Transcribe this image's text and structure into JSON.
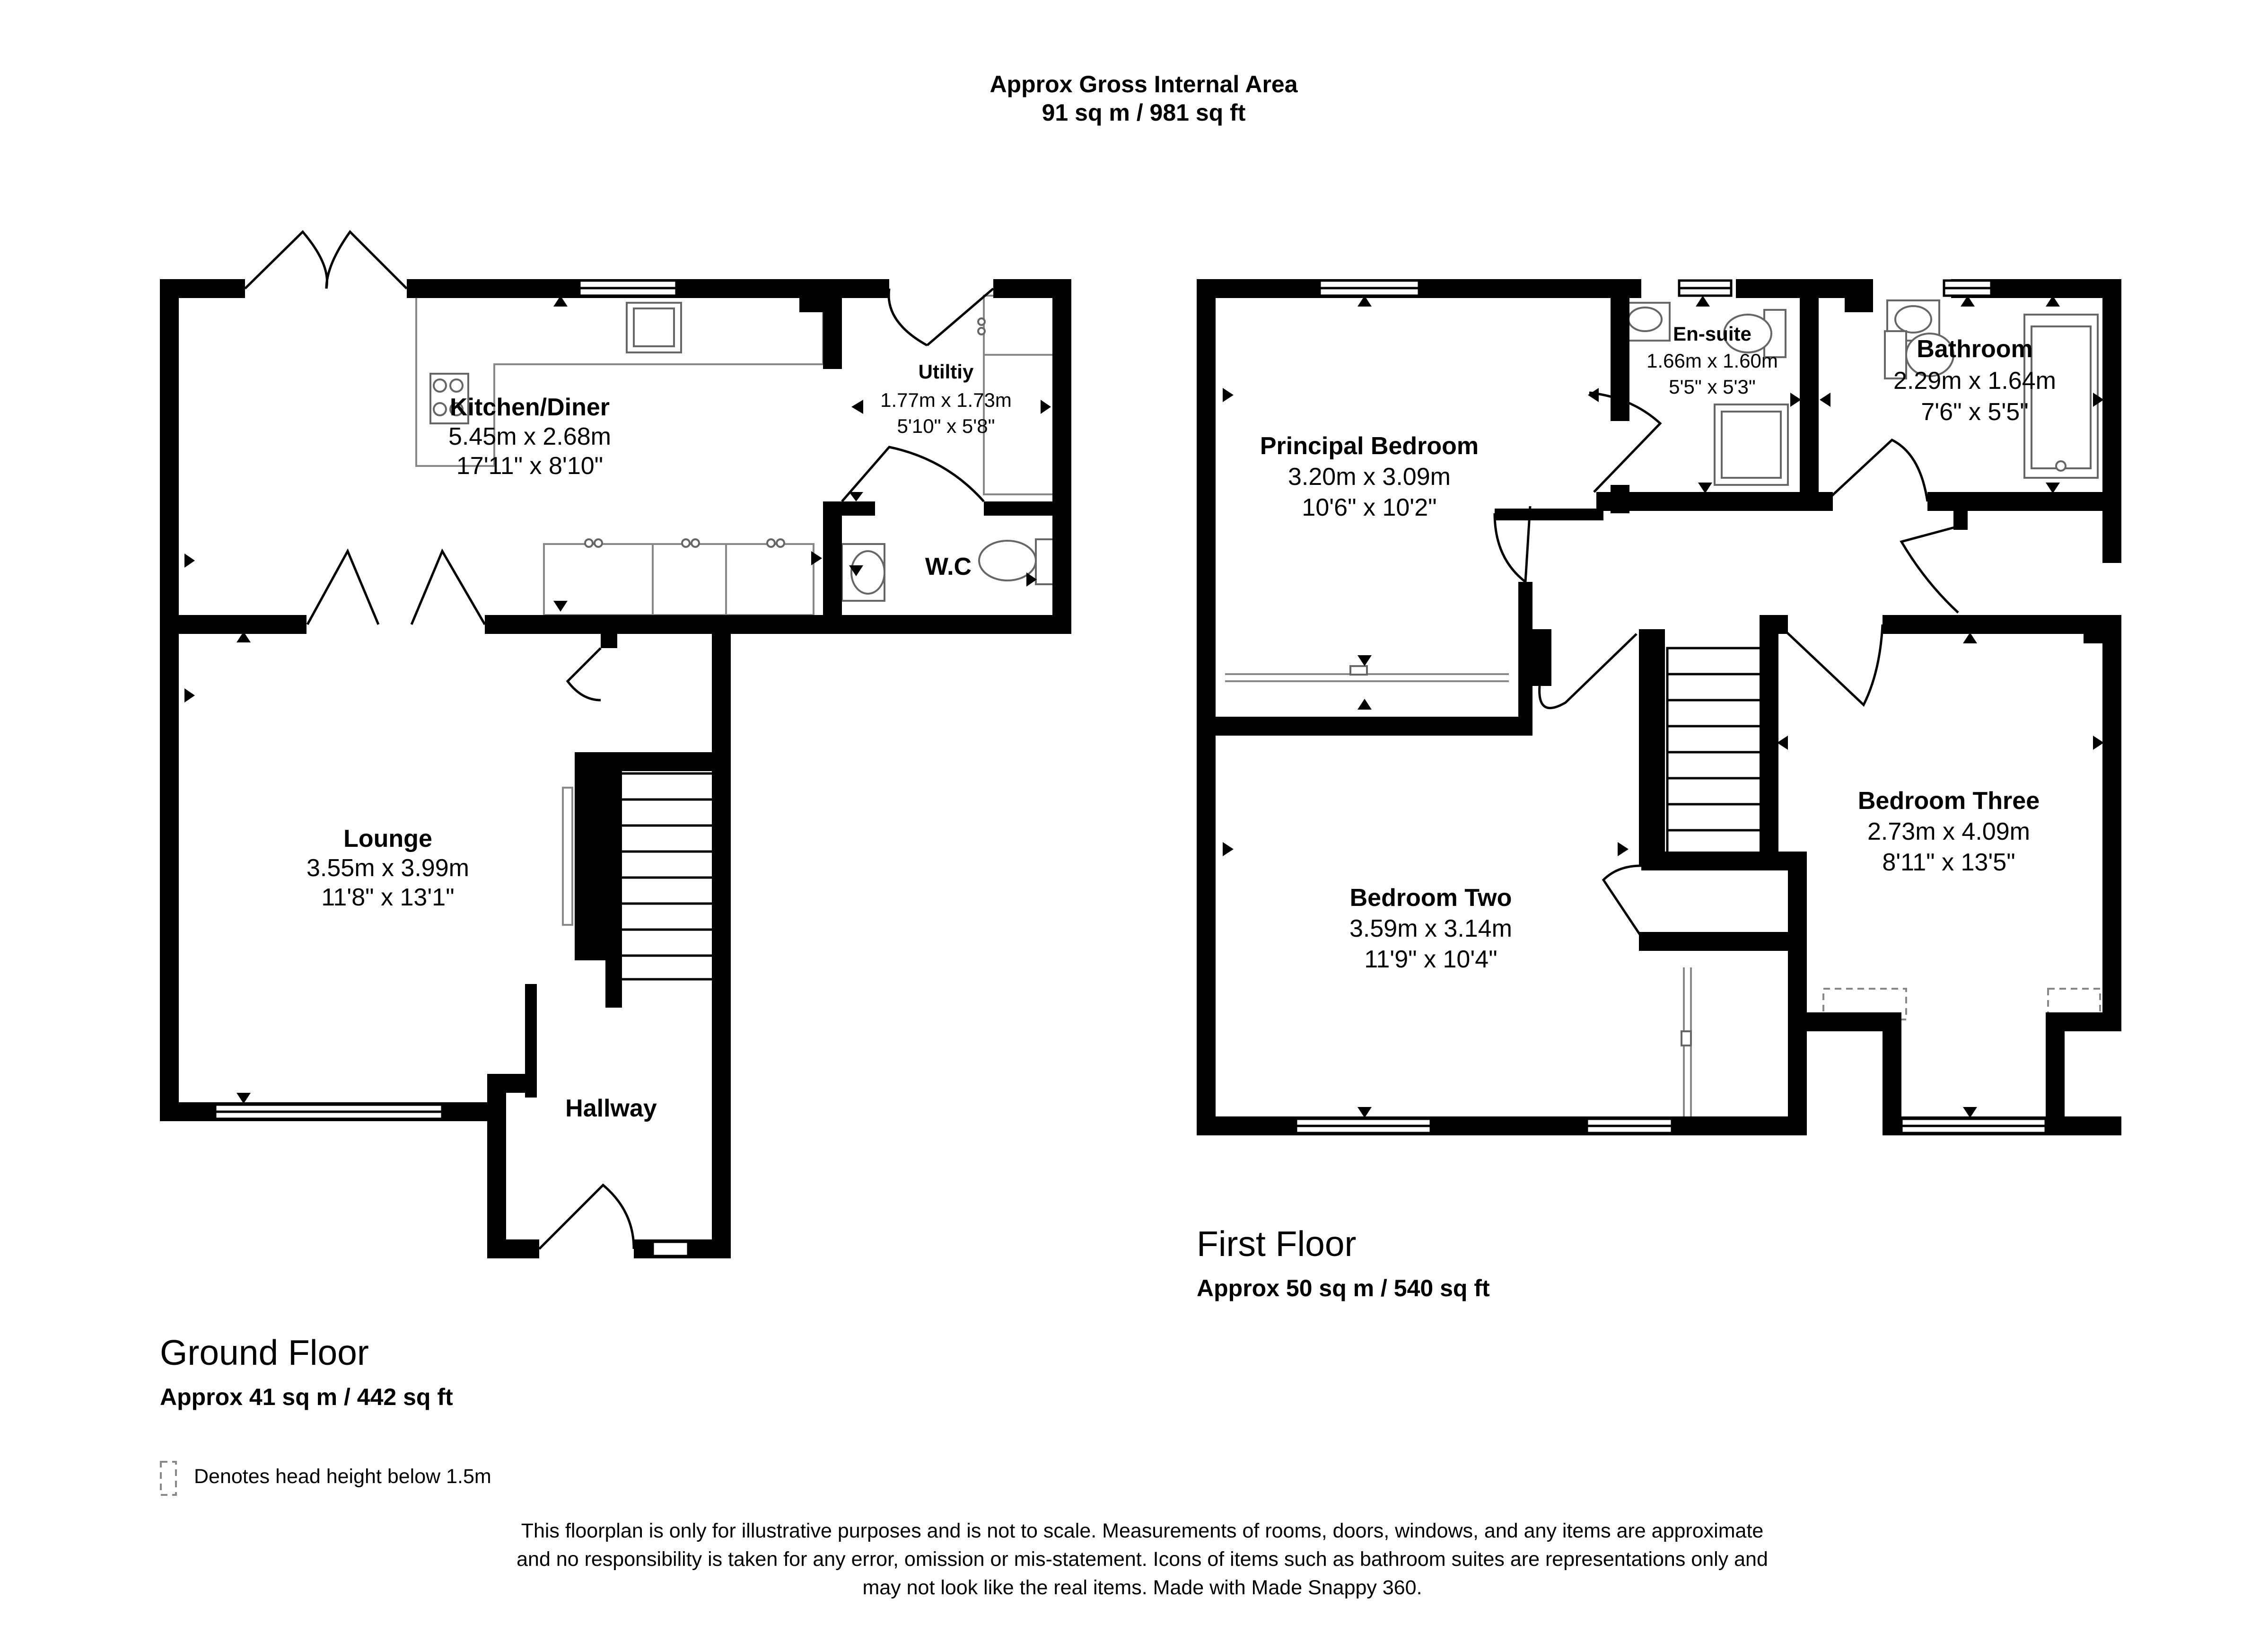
{
  "header": {
    "line1": "Approx Gross Internal Area",
    "line2": "91 sq m / 981 sq ft"
  },
  "ground_floor": {
    "title": "Ground Floor",
    "area": "Approx 41 sq m / 442 sq ft",
    "rooms": {
      "kitchen": {
        "name": "Kitchen/Diner",
        "metric": "5.45m x 2.68m",
        "imperial": "17'11\" x 8'10\""
      },
      "utility": {
        "name": "Utiltiy",
        "metric": "1.77m x 1.73m",
        "imperial": "5'10\" x 5'8\""
      },
      "wc": {
        "name": "W.C"
      },
      "lounge": {
        "name": "Lounge",
        "metric": "3.55m x 3.99m",
        "imperial": "11'8\" x 13'1\""
      },
      "hallway": {
        "name": "Hallway"
      }
    }
  },
  "first_floor": {
    "title": "First Floor",
    "area": "Approx 50 sq m / 540 sq ft",
    "rooms": {
      "principal": {
        "name": "Principal Bedroom",
        "metric": "3.20m x 3.09m",
        "imperial": "10'6\" x 10'2\""
      },
      "ensuite": {
        "name": "En-suite",
        "metric": "1.66m x 1.60m",
        "imperial": "5'5\" x 5'3\""
      },
      "bathroom": {
        "name": "Bathroom",
        "metric": "2.29m x 1.64m",
        "imperial": "7'6\" x 5'5\""
      },
      "bedroom2": {
        "name": "Bedroom Two",
        "metric": "3.59m x 3.14m",
        "imperial": "11'9\" x 10'4\""
      },
      "bedroom3": {
        "name": "Bedroom Three",
        "metric": "2.73m x 4.09m",
        "imperial": "8'11\" x 13'5\""
      }
    }
  },
  "legend": {
    "head_height": "Denotes head height below 1.5m"
  },
  "disclaimer": {
    "line1": "This floorplan is only for illustrative purposes and is not to scale. Measurements of rooms, doors, windows, and any items are approximate",
    "line2": "and no responsibility is taken for any error, omission or mis-statement. Icons of items such as bathroom suites are representations only and",
    "line3": "may not look like the real items. Made with Made Snappy 360."
  }
}
